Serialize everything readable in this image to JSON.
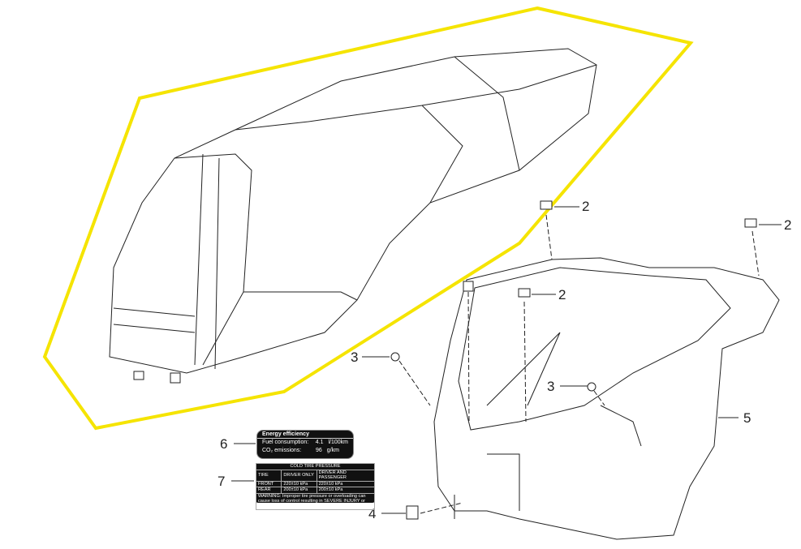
{
  "callouts": [
    "2",
    "2",
    "2",
    "3",
    "3",
    "4",
    "5",
    "6",
    "7"
  ],
  "energy_label": {
    "title": "Energy efficiency",
    "fuel_label": "Fuel consumption:",
    "fuel_value": "4.1",
    "fuel_unit": "l/100km",
    "co2_label": "CO₂ emissions:",
    "co2_value": "96",
    "co2_unit": "g/km"
  },
  "tire_label": {
    "title": "COLD TIRE PRESSURE",
    "headers": [
      "TIRE",
      "DRIVER ONLY",
      "DRIVER AND PASSENGER"
    ],
    "rows": [
      [
        "FRONT",
        "220±10 kPa",
        "220±10 kPa"
      ],
      [
        "REAR",
        "200±10 kPa",
        "200±10 kPa"
      ]
    ],
    "warning": "WARNING: Improper tire pressure or overloading can cause loss of control resulting in SEVERE INJURY or DEATH."
  },
  "colors": {
    "highlight": "#f5e400",
    "line": "#222222"
  }
}
